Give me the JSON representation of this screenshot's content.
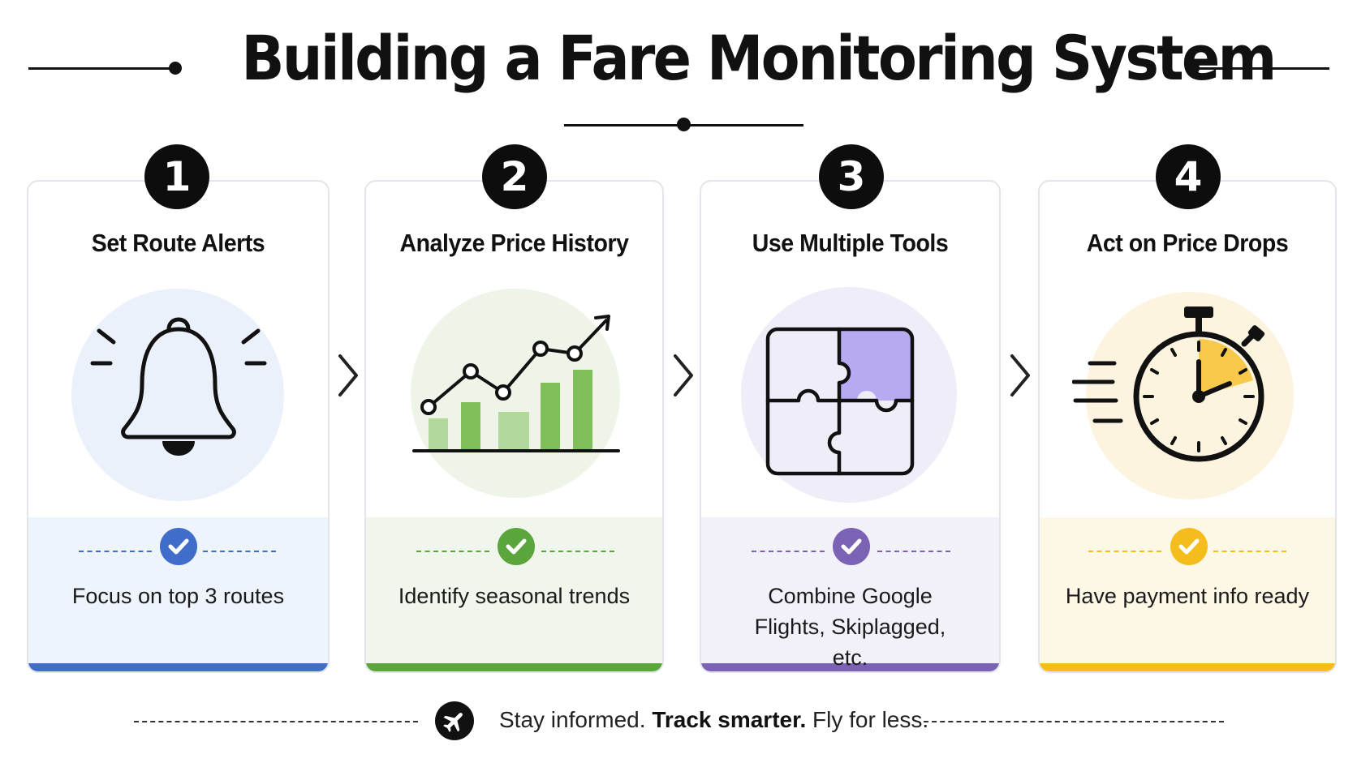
{
  "title": "Building a Fare Monitoring System",
  "steps": [
    {
      "number": "1",
      "title": "Set Route Alerts",
      "description": "Focus on top 3 routes",
      "icon": "bell-icon",
      "accent": "#3f6dc9",
      "panel": "#eef4fc",
      "circle": "#eaf1fb"
    },
    {
      "number": "2",
      "title": "Analyze Price History",
      "description": "Identify seasonal trends",
      "icon": "price-chart-icon",
      "accent": "#5aa53c",
      "panel": "#f1f6ec",
      "circle": "#eef5e8"
    },
    {
      "number": "3",
      "title": "Use Multiple Tools",
      "description": "Combine Google Flights, Skiplagged, etc.",
      "icon": "puzzle-icon",
      "accent": "#7b62b5",
      "panel": "#f2f0f9",
      "circle": "#efedf8"
    },
    {
      "number": "4",
      "title": "Act on Price Drops",
      "description": "Have payment info ready",
      "icon": "stopwatch-icon",
      "accent": "#f5bd1c",
      "panel": "#fdf7e6",
      "circle": "#fdf4e0"
    }
  ],
  "footer": {
    "icon": "airplane-icon",
    "part1": "Stay informed. ",
    "part2": "Track smarter.",
    "part3": " Fly for less."
  }
}
